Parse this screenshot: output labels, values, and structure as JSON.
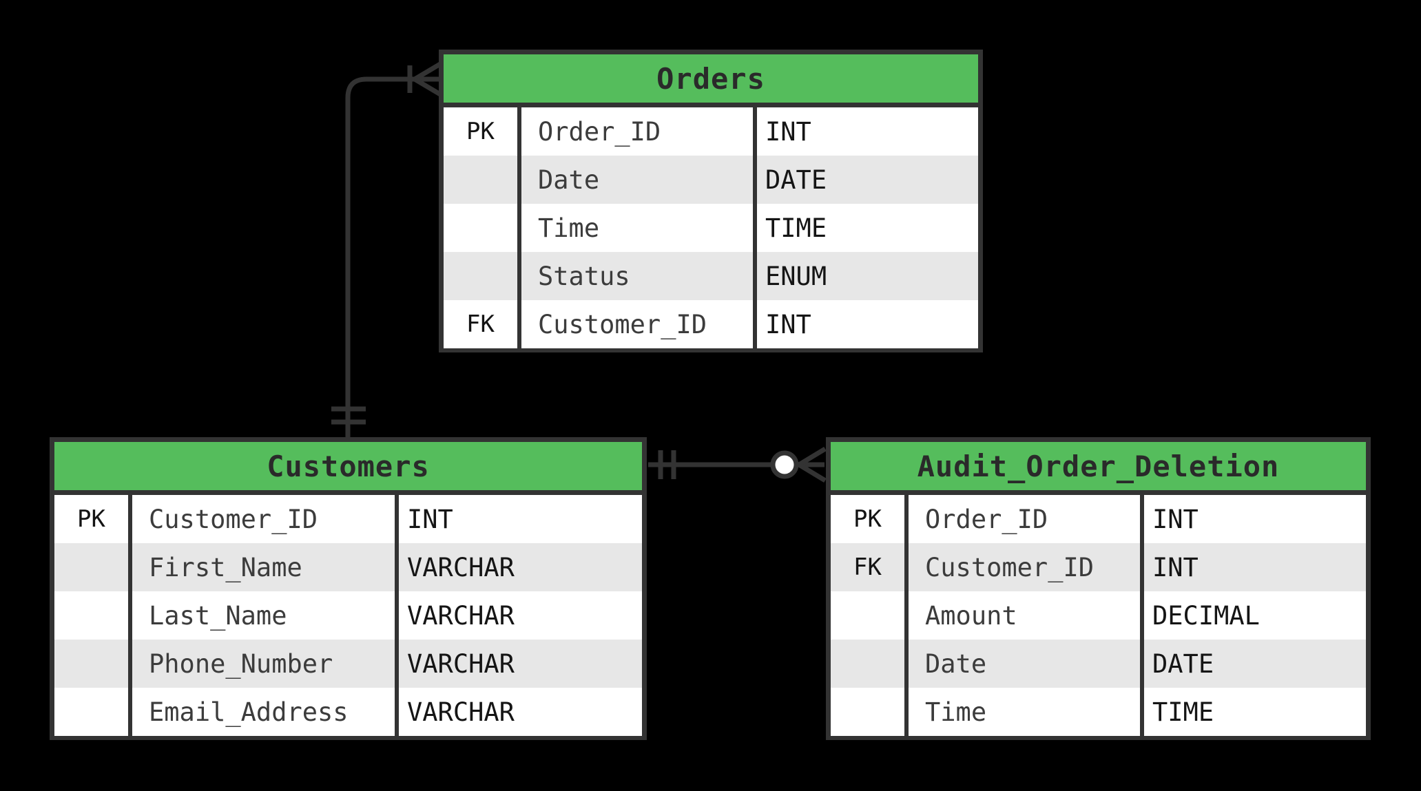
{
  "diagram": {
    "kind": "entity-relationship-diagram",
    "colors": {
      "background": "#000000",
      "entity_header_fill": "#55bd5c",
      "entity_body_fill": "#ffffff",
      "row_stripe_fill": "#e7e7e7",
      "border_and_line": "#333333",
      "title_text": "#2a2a2a",
      "attribute_name_text": "#3c3c3c",
      "attribute_type_text": "#151515"
    }
  },
  "entities": [
    {
      "title": "Orders",
      "rows": [
        {
          "key": "PK",
          "name": "Order_ID",
          "type": "INT"
        },
        {
          "key": "",
          "name": "Date",
          "type": "DATE"
        },
        {
          "key": "",
          "name": "Time",
          "type": "TIME"
        },
        {
          "key": "",
          "name": "Status",
          "type": "ENUM"
        },
        {
          "key": "FK",
          "name": "Customer_ID",
          "type": "INT"
        }
      ]
    },
    {
      "title": "Customers",
      "rows": [
        {
          "key": "PK",
          "name": "Customer_ID",
          "type": "INT"
        },
        {
          "key": "",
          "name": "First_Name",
          "type": "VARCHAR"
        },
        {
          "key": "",
          "name": "Last_Name",
          "type": "VARCHAR"
        },
        {
          "key": "",
          "name": "Phone_Number",
          "type": "VARCHAR"
        },
        {
          "key": "",
          "name": "Email_Address",
          "type": "VARCHAR"
        }
      ]
    },
    {
      "title": "Audit_Order_Deletion",
      "rows": [
        {
          "key": "PK",
          "name": "Order_ID",
          "type": "INT"
        },
        {
          "key": "FK",
          "name": "Customer_ID",
          "type": "INT"
        },
        {
          "key": "",
          "name": "Amount",
          "type": "DECIMAL"
        },
        {
          "key": "",
          "name": "Date",
          "type": "DATE"
        },
        {
          "key": "",
          "name": "Time",
          "type": "TIME"
        }
      ]
    }
  ],
  "relationships": [
    {
      "from": "Customers",
      "to": "Orders",
      "from_cardinality": "exactly-one",
      "to_cardinality": "one-or-many",
      "notation": "crows-foot"
    },
    {
      "from": "Customers",
      "to": "Audit_Order_Deletion",
      "from_cardinality": "exactly-one",
      "to_cardinality": "zero-or-many",
      "notation": "crows-foot"
    }
  ]
}
